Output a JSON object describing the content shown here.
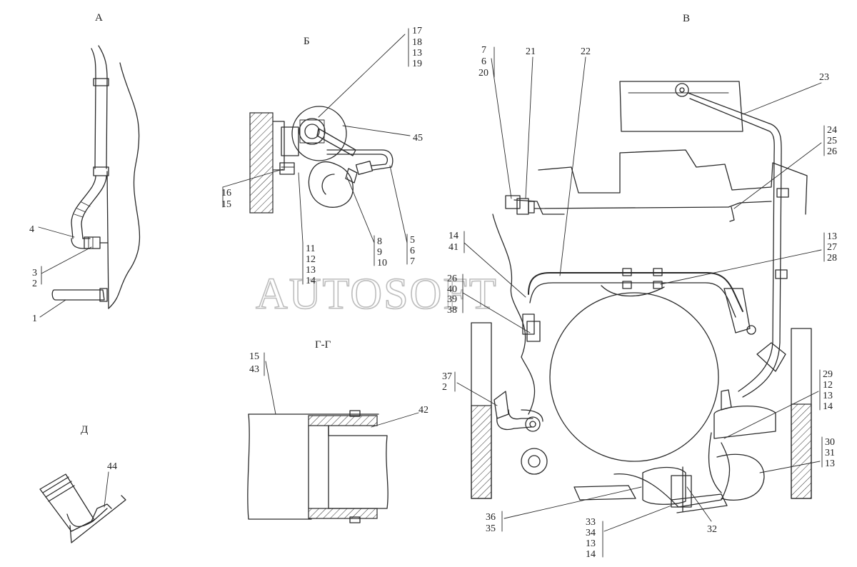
{
  "views": {
    "a": "А",
    "b": "Б",
    "v": "В",
    "gg": "Г-Г",
    "d": "Д"
  },
  "watermark": "AUTOSOFT",
  "labels": {
    "a_4": "4",
    "a_3": "3",
    "a_2": "2",
    "a_1": "1",
    "d_44": "44",
    "b_17": "17",
    "b_18": "18",
    "b_13": "13",
    "b_19": "19",
    "b_45": "45",
    "b_16": "16",
    "b_15": "15",
    "b_11": "11",
    "b_12": "12",
    "b_13b": "13",
    "b_14": "14",
    "b_8": "8",
    "b_9": "9",
    "b_10": "10",
    "b_5": "5",
    "b_6": "6",
    "b_7": "7",
    "g_15": "15",
    "g_43": "43",
    "g_42": "42",
    "v_7": "7",
    "v_6": "6",
    "v_20": "20",
    "v_21": "21",
    "v_22": "22",
    "v_23": "23",
    "v_24": "24",
    "v_25": "25",
    "v_26": "26",
    "v_13a": "13",
    "v_27": "27",
    "v_28": "28",
    "v_14": "14",
    "v_41": "41",
    "v_26b": "26",
    "v_40": "40",
    "v_39": "39",
    "v_38": "38",
    "v_37": "37",
    "v_2": "2",
    "v_29": "29",
    "v_12": "12",
    "v_13b": "13",
    "v_14b": "14",
    "v_30": "30",
    "v_31": "31",
    "v_13c": "13",
    "v_36": "36",
    "v_35": "35",
    "v_33": "33",
    "v_34": "34",
    "v_13d": "13",
    "v_14c": "14",
    "v_32": "32"
  }
}
